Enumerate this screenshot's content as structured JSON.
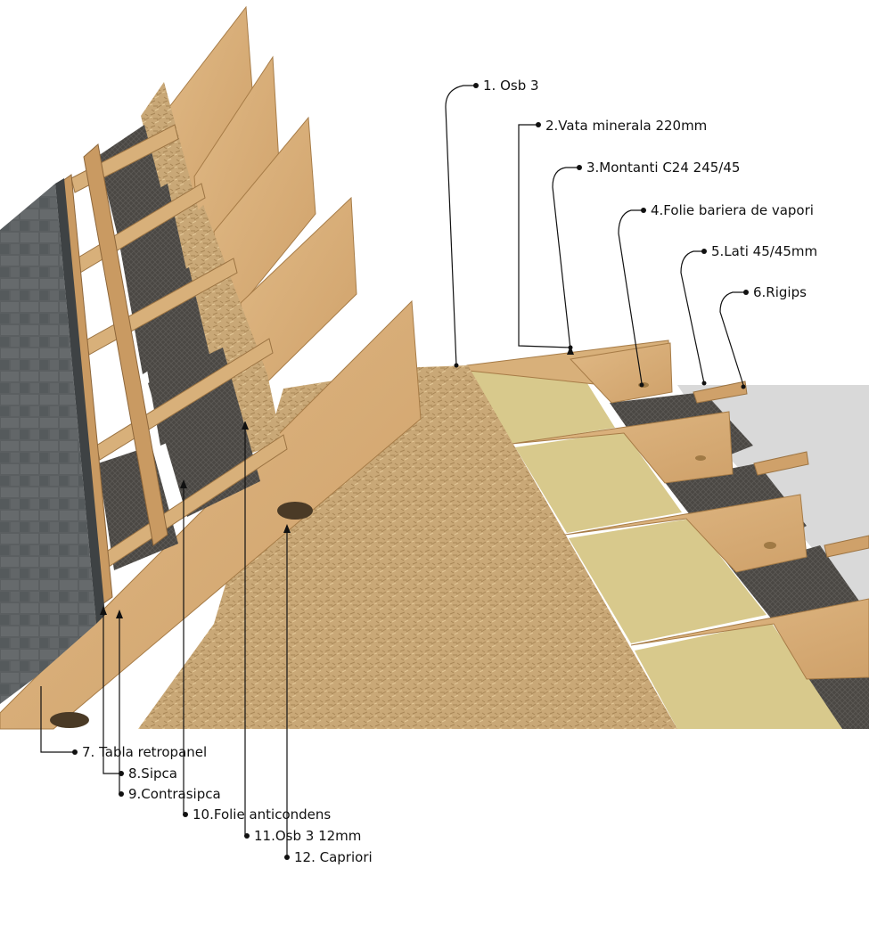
{
  "colors": {
    "osb": "#c9a877",
    "osb_dark": "#b08f5e",
    "plywood": "#d8b07a",
    "plywood_edge": "#b78a52",
    "mineral_wool": "#d8c98c",
    "membrane": "#4a4743",
    "gypsum": "#d9d9d9",
    "roof_tile": "#5a5e60",
    "leader": "#111111"
  },
  "labels": {
    "l1": "1. Osb 3",
    "l2": "2.Vata minerala 220mm",
    "l3": "3.Montanti C24 245/45",
    "l4": "4.Folie bariera de vapori",
    "l5": "5.Lati 45/45mm",
    "l6": "6.Rigips",
    "l7": "7. Tabla retropanel",
    "l8": "8.Sipca",
    "l9": "9.Contrasipca",
    "l10": "10.Folie anticondens",
    "l11": "11.Osb 3 12mm",
    "l12": "12. Capriori"
  }
}
